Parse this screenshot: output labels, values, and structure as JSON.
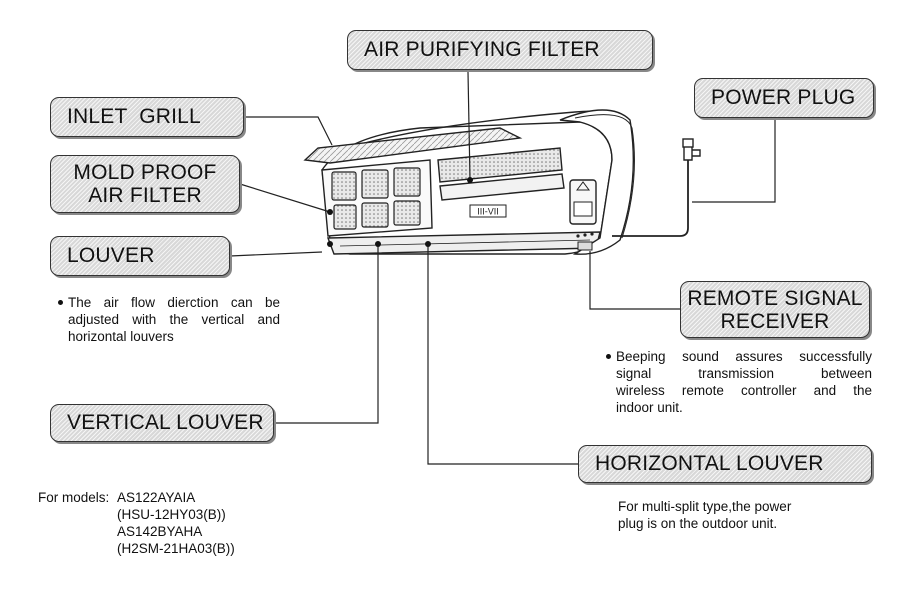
{
  "labels": {
    "air_purifying_filter": "AIR PURIFYING FILTER",
    "inlet_grill": "INLET  GRILL",
    "power_plug": "POWER PLUG",
    "mold_proof_line1": "MOLD PROOF",
    "mold_proof_line2": "AIR FILTER",
    "louver": "LOUVER",
    "remote_line1": "REMOTE SIGNAL",
    "remote_line2": "RECEIVER",
    "vertical_louver": "VERTICAL LOUVER",
    "horizontal_louver": "HORIZONTAL LOUVER"
  },
  "notes": {
    "louver_note": [
      "The air flow dierction can be",
      "adjusted with the vertical and",
      "horizontal louvers"
    ],
    "remote_note": [
      "Beeping sound assures successfully",
      "signal  transmission  between",
      "wireless remote controller and the",
      "indoor unit."
    ],
    "multi_split_note": [
      "For multi-split type,the power",
      "plug is on the outdoor unit."
    ],
    "models_label": "For models:",
    "models": [
      "AS122AYAIA",
      "(HSU-12HY03(B))",
      "AS142BYAHA",
      "(H2SM-21HA03(B))"
    ]
  },
  "unit_badge_text": "III-VII"
}
